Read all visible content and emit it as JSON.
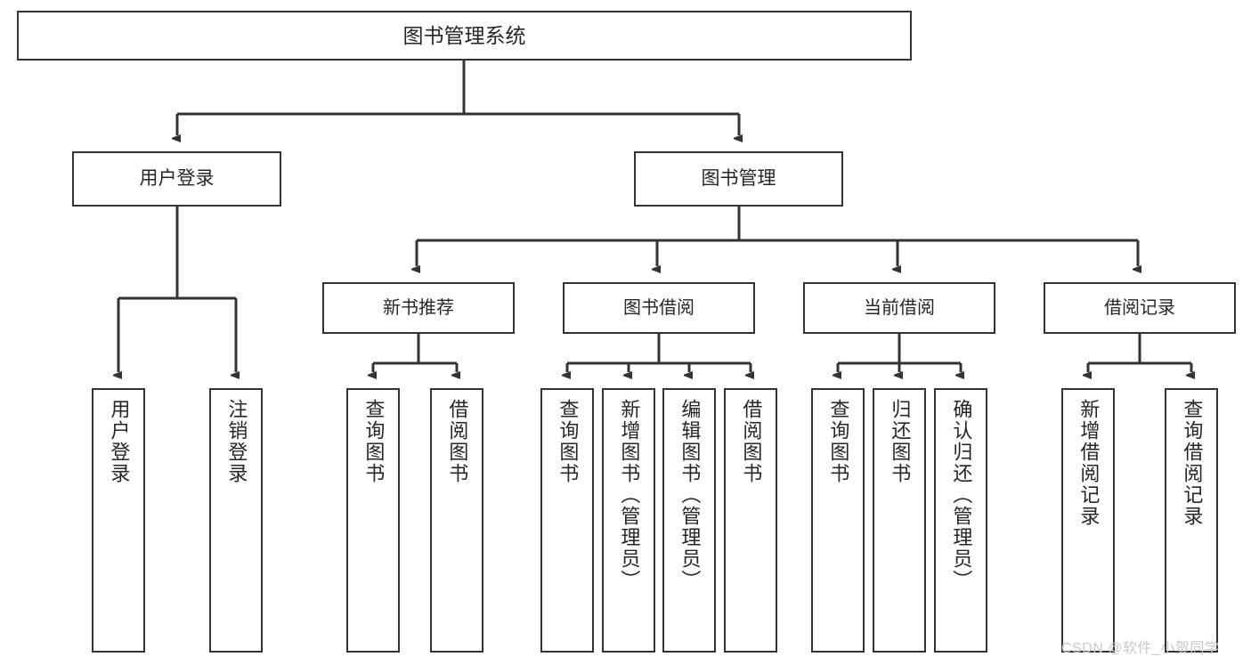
{
  "diagram": {
    "title": "图书管理系统",
    "root": {
      "id": "root",
      "label": "图书管理系统"
    },
    "level2": [
      {
        "id": "user-login",
        "label": "用户登录"
      },
      {
        "id": "book-manage",
        "label": "图书管理"
      }
    ],
    "level3": [
      {
        "id": "new-book",
        "label": "新书推荐"
      },
      {
        "id": "borrow",
        "label": "图书借阅"
      },
      {
        "id": "current",
        "label": "当前借阅"
      },
      {
        "id": "record",
        "label": "借阅记录"
      }
    ],
    "leaves": [
      {
        "id": "leaf-user-login",
        "label": "用户登录",
        "parent": "user-login"
      },
      {
        "id": "leaf-logout",
        "label": "注销登录",
        "parent": "user-login"
      },
      {
        "id": "leaf-query-book-1",
        "label": "查询图书",
        "parent": "new-book"
      },
      {
        "id": "leaf-borrow-book-1",
        "label": "借阅图书",
        "parent": "new-book"
      },
      {
        "id": "leaf-query-book-2",
        "label": "查询图书",
        "parent": "borrow"
      },
      {
        "id": "leaf-add-book",
        "label": "新增图书（管理员）",
        "parent": "borrow"
      },
      {
        "id": "leaf-edit-book",
        "label": "编辑图书（管理员）",
        "parent": "borrow"
      },
      {
        "id": "leaf-borrow-book-2",
        "label": "借阅图书",
        "parent": "borrow"
      },
      {
        "id": "leaf-query-book-3",
        "label": "查询图书",
        "parent": "current"
      },
      {
        "id": "leaf-return-book",
        "label": "归还图书",
        "parent": "current"
      },
      {
        "id": "leaf-confirm-return",
        "label": "确认归还（管理员）",
        "parent": "current"
      },
      {
        "id": "leaf-add-record",
        "label": "新增借阅记录",
        "parent": "record"
      },
      {
        "id": "leaf-query-record",
        "label": "查询借阅记录",
        "parent": "record"
      }
    ],
    "colors": {
      "box_border": "#333333",
      "box_fill": "#ffffff",
      "connector": "#333333",
      "text": "#262626",
      "watermark": "#c9c9c9"
    }
  },
  "watermark": {
    "text": "CSDN @软件_小贺同学"
  }
}
